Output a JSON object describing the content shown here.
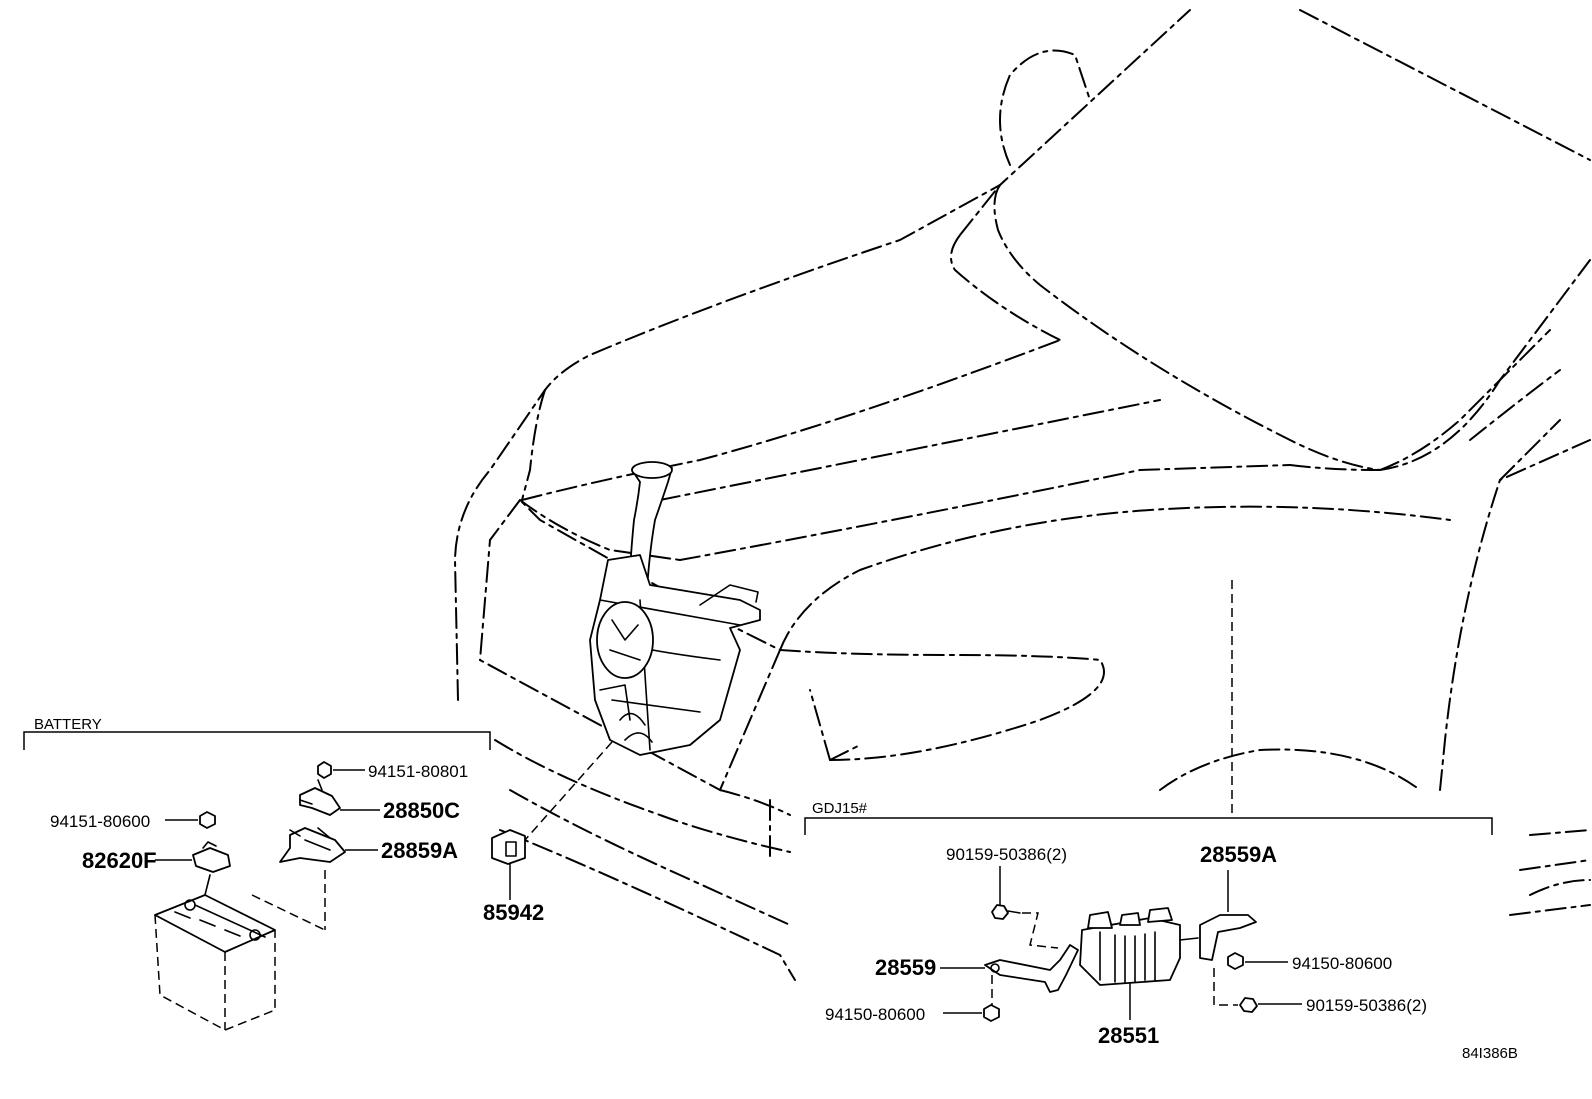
{
  "sections": {
    "battery": "BATTERY",
    "gdj": "GDJ15#"
  },
  "labels": {
    "p94151_80801": "94151-80801",
    "p28850C": "28850C",
    "p94151_80600": "94151-80600",
    "p28859A": "28859A",
    "p82620F": "82620F",
    "p85942": "85942",
    "p90159_50386_a": "90159-50386(2)",
    "p28559A": "28559A",
    "p28559": "28559",
    "p94150_80600_r": "94150-80600",
    "p90159_50386_b": "90159-50386(2)",
    "p94150_80600_l": "94150-80600",
    "p28551": "28551"
  },
  "diagram_id": "84I386B"
}
